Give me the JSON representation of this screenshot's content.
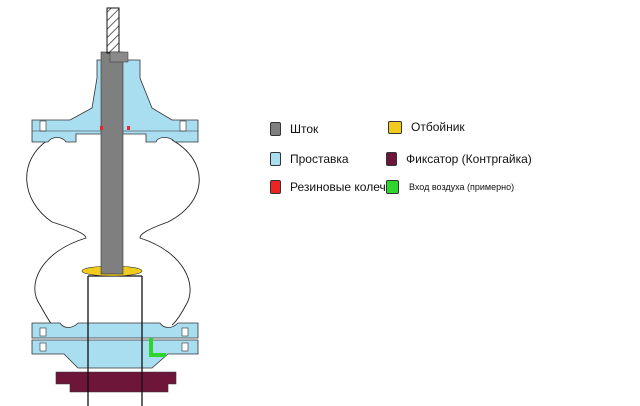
{
  "colors": {
    "rod": "#7f7f7f",
    "spacer": "#a9ddf0",
    "rubber_rings": "#ee2424",
    "bump_stop": "#f2cc1d",
    "lock_nut": "#6e1639",
    "air_inlet": "#2ed52e"
  },
  "legend": [
    {
      "label": "Шток",
      "color": "#7f7f7f",
      "icon": "rod-swatch"
    },
    {
      "label": "Отбойник",
      "color": "#f2cc1d",
      "icon": "bump-stop-swatch"
    },
    {
      "label": "Проставка",
      "color": "#a9ddf0",
      "icon": "spacer-swatch"
    },
    {
      "label": "Фиксатор (Контргайка)",
      "color": "#6e1639",
      "icon": "lock-nut-swatch"
    },
    {
      "label": "Резиновые колечки",
      "color": "#ee2424",
      "icon": "rubber-rings-swatch"
    },
    {
      "label": "Вход воздуха (примерно)",
      "color": "#2ed52e",
      "icon": "air-inlet-swatch"
    }
  ]
}
